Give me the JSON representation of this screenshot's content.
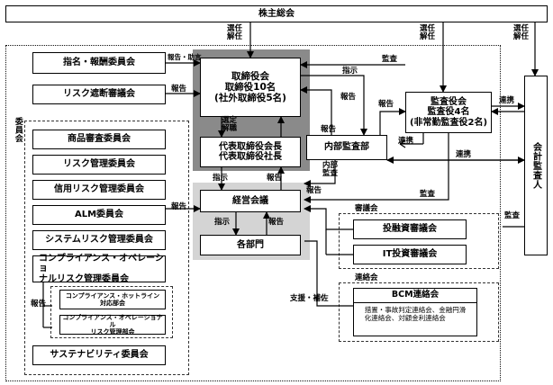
{
  "shareholders": "株主総会",
  "board": {
    "line1": "取締役会",
    "line2": "取締役10名",
    "line3": "(社外取締役5名)"
  },
  "representatives": {
    "line1": "代表取締役会長",
    "line2": "代表取締役社長"
  },
  "management_meeting": "経営会議",
  "departments": "各部門",
  "internal_audit": "内部監査部",
  "auditors": {
    "line1": "監査役会",
    "line2": "監査役4名",
    "line3": "(非常勤監査役2名)"
  },
  "accounting_auditor": "会計監査人",
  "nomination_committee": "指名・報酬委員会",
  "risk_council": "リスク遮断審議会",
  "committees_label": "委員会",
  "committees": [
    "商品審査委員会",
    "リスク管理委員会",
    "信用リスク管理委員会",
    "ALM委員会",
    "システムリスク管理委員会",
    "コンプライアンス・オペレーショ\nナルリスク管理委員会",
    "サステナビリティ委員会"
  ],
  "sub_committees": [
    "コンプライアンス・ホットライン\n対応部会",
    "コンプライアンス・オペレーショナル\nリスク管理部会"
  ],
  "deliberation_label": "審議会",
  "deliberations": [
    "投融資審議会",
    "IT投資審議会"
  ],
  "liaison_label": "連絡会",
  "bcm": {
    "title": "BCM連絡会",
    "detail": "措置・事故判定連絡会、金融円滑\n化連絡会、対顧金利連絡会"
  },
  "edge_labels": {
    "elect1": "選任\n解任",
    "elect2": "選任\n解任",
    "elect3": "選任\n解任",
    "report_advice": "報告・助言",
    "report": "報告",
    "instruct": "指示",
    "audit": "監査",
    "cooperate": "連携",
    "select_dismiss": "選定\n解職",
    "internal_audit": "内部\n監査",
    "support": "支援・補佐"
  }
}
